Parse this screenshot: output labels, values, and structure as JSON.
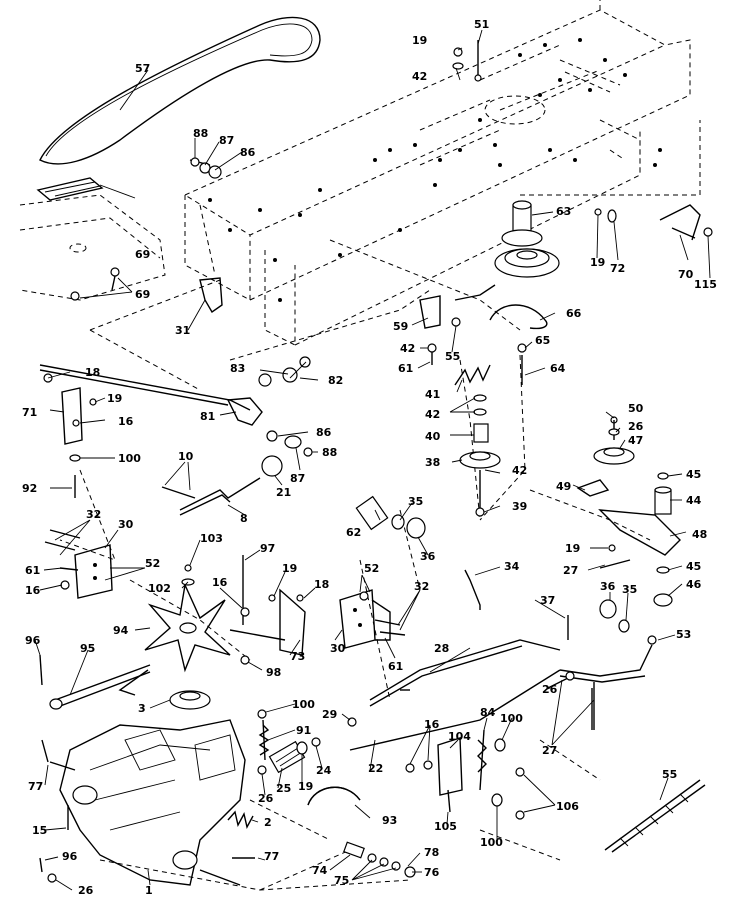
{
  "diagram": {
    "callouts": {
      "c1": "1",
      "c2": "2",
      "c3": "3",
      "c8": "8",
      "c10": "10",
      "c15": "15",
      "c16a": "16",
      "c16b": "16",
      "c16c": "16",
      "c16d": "16",
      "c18a": "18",
      "c18b": "18",
      "c19a": "19",
      "c19b": "19",
      "c19c": "19",
      "c19d": "19",
      "c19e": "19",
      "c19f": "19",
      "c21": "21",
      "c22": "22",
      "c24": "24",
      "c25": "25",
      "c26a": "26",
      "c26b": "26",
      "c26c": "26",
      "c26d": "26",
      "c27a": "27",
      "c27b": "27",
      "c28": "28",
      "c29": "29",
      "c30a": "30",
      "c30b": "30",
      "c31": "31",
      "c32a": "32",
      "c32b": "32",
      "c34": "34",
      "c35a": "35",
      "c35b": "35",
      "c36a": "36",
      "c36b": "36",
      "c37": "37",
      "c38": "38",
      "c39": "39",
      "c40": "40",
      "c41": "41",
      "c42a": "42",
      "c42b": "42",
      "c42c": "42",
      "c42d": "42",
      "c44": "44",
      "c45a": "45",
      "c45b": "45",
      "c46": "46",
      "c47": "47",
      "c48": "48",
      "c49": "49",
      "c50": "50",
      "c51": "51",
      "c52a": "52",
      "c52b": "52",
      "c53": "53",
      "c55a": "55",
      "c55b": "55",
      "c57": "57",
      "c59": "59",
      "c61a": "61",
      "c61b": "61",
      "c61c": "61",
      "c62": "62",
      "c63": "63",
      "c64": "64",
      "c65": "65",
      "c66": "66",
      "c69a": "69",
      "c69b": "69",
      "c70": "70",
      "c71": "71",
      "c72": "72",
      "c73": "73",
      "c74": "74",
      "c75": "75",
      "c76": "76",
      "c77a": "77",
      "c77b": "77",
      "c78": "78",
      "c81": "81",
      "c82": "82",
      "c83": "83",
      "c84": "84",
      "c86a": "86",
      "c86b": "86",
      "c87a": "87",
      "c87b": "87",
      "c88a": "88",
      "c88b": "88",
      "c91": "91",
      "c92": "92",
      "c93": "93",
      "c94": "94",
      "c95": "95",
      "c96a": "96",
      "c96b": "96",
      "c97": "97",
      "c98": "98",
      "c100a": "100",
      "c100b": "100",
      "c100c": "100",
      "c100d": "100",
      "c102": "102",
      "c103": "103",
      "c104": "104",
      "c105": "105",
      "c106": "106",
      "c115": "115"
    }
  }
}
